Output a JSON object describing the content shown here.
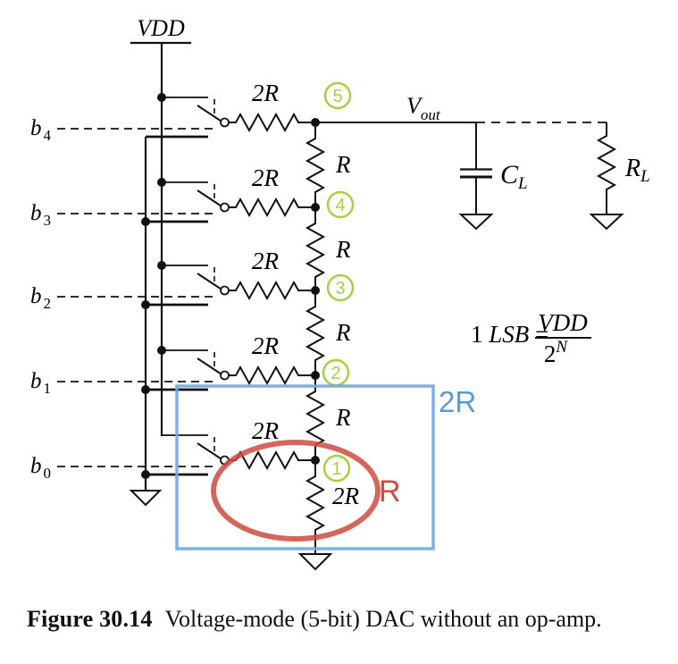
{
  "power": {
    "vdd_label": "VDD"
  },
  "bits": [
    {
      "label": "b",
      "sub": "4",
      "resistor_label": "2R",
      "node_number": "5"
    },
    {
      "label": "b",
      "sub": "3",
      "resistor_label": "2R",
      "node_number": "4"
    },
    {
      "label": "b",
      "sub": "2",
      "resistor_label": "2R",
      "node_number": "3"
    },
    {
      "label": "b",
      "sub": "1",
      "resistor_label": "2R",
      "node_number": "2"
    },
    {
      "label": "b",
      "sub": "0",
      "resistor_label": "2R",
      "node_number": "1"
    }
  ],
  "ladder": {
    "series_resistor_labels": [
      "R",
      "R",
      "R",
      "R"
    ],
    "terminator_label": "2R"
  },
  "output": {
    "vout_main": "V",
    "vout_sub": "out",
    "cap_main": "C",
    "cap_sub": "L",
    "load_main": "R",
    "load_sub": "L"
  },
  "formula": {
    "prefix": "1 ",
    "name": "LSB",
    "equals": " =",
    "numerator": "VDD",
    "denominator_base": "2",
    "denominator_exponent": "N"
  },
  "annotations": {
    "box_label": "2R",
    "ellipse_label": "R"
  },
  "caption": {
    "label": "Figure 30.14",
    "text": "Voltage-mode (5-bit) DAC without an op-amp."
  },
  "colors": {
    "node_green": "#a6cf47",
    "box_blue": "#74a9dd",
    "box_label_blue": "#5b9bd5",
    "red": "#cc4b42",
    "ink": "#111111"
  }
}
